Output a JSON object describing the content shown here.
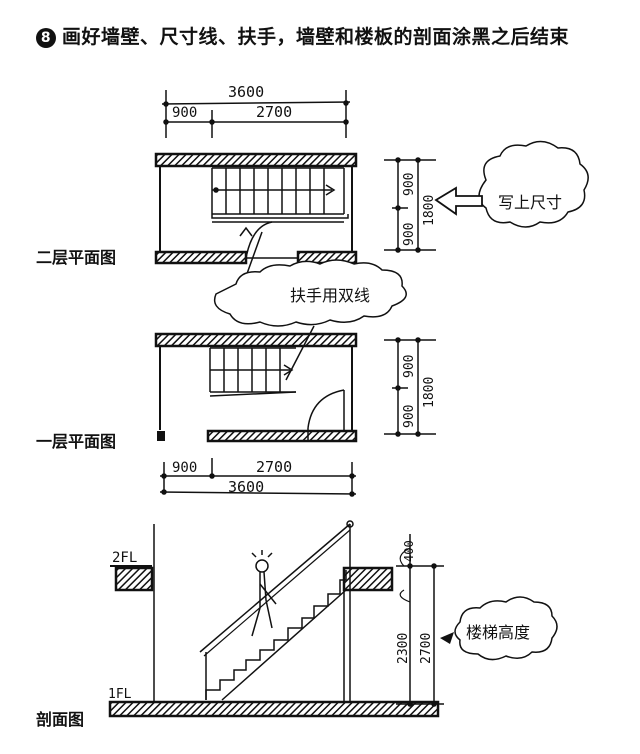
{
  "title": {
    "step_number": "8",
    "text": "画好墙壁、尺寸线、扶手，墙壁和楼板的剖面涂黑之后结束"
  },
  "labels": {
    "second_floor": "二层平面图",
    "first_floor": "一层平面图",
    "section": "剖面图"
  },
  "callouts": {
    "dimensions": "写上尺寸",
    "handrail": "扶手用双线",
    "stair_height": "楼梯高度"
  },
  "dimensions": {
    "total": "3600",
    "landing": "900",
    "run": "2700",
    "vert_900": "900",
    "vert_1800": "1800",
    "section_400": "400",
    "section_2300": "2300",
    "section_2700": "2700"
  },
  "levels": {
    "upper": "2FL",
    "lower": "1FL"
  }
}
